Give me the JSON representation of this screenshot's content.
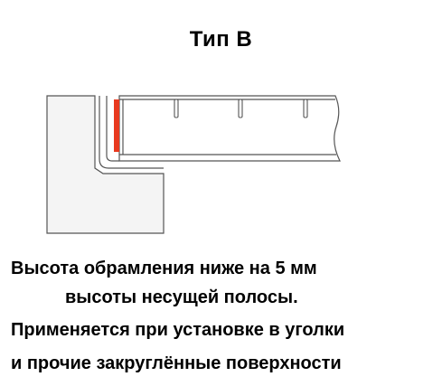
{
  "title": "Тип В",
  "caption_lines": [
    "Высота обрамления ниже на 5 мм",
    "высоты несущей полосы.",
    "Применяется при установке в уголки",
    "и прочие закруглённые поверхности"
  ],
  "colors": {
    "frame_stroke": "#555555",
    "frame_fill": "#f4f4f4",
    "grating_fill": "#ffffff",
    "accent_red": "#e8391f"
  }
}
